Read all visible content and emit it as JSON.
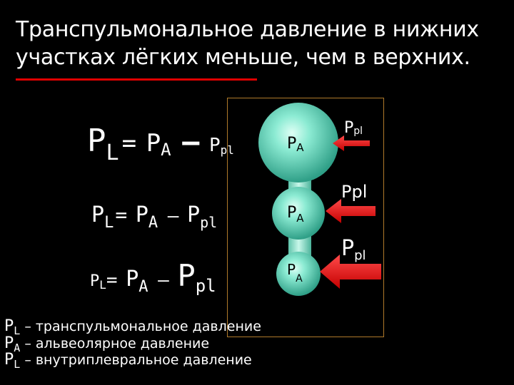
{
  "title": "Транспульмональное давление в нижних участках лёгких меньше, чем в верхних.",
  "colors": {
    "background": "#000000",
    "accent_red": "#e00000",
    "frame": "#b07a2a",
    "alveolus": "#7fe0c8",
    "arrow": "#e01818",
    "text": "#ffffff"
  },
  "equations": [
    {
      "lhs": "P",
      "lhs_sub": "L",
      "eq": "=",
      "a": "P",
      "a_sub": "A",
      "minus": "–",
      "pl": "P",
      "pl_sub": "pl"
    },
    {
      "lhs": "P",
      "lhs_sub": "L",
      "eq": "=",
      "a": "P",
      "a_sub": "A",
      "minus": "–",
      "pl": "P",
      "pl_sub": "pl"
    },
    {
      "lhs": "P",
      "lhs_sub": "L",
      "eq": "=",
      "a": "P",
      "a_sub": "A",
      "minus": "–",
      "pl": "P",
      "pl_sub": "pl"
    }
  ],
  "alveoli": [
    {
      "label": "P",
      "sub": "A"
    },
    {
      "label": "P",
      "sub": "A"
    },
    {
      "label": "P",
      "sub": "A"
    }
  ],
  "pleural": [
    {
      "label": "P",
      "sub": "pl"
    },
    {
      "label": "Ppl",
      "sub": ""
    },
    {
      "label": "P",
      "sub": "pl"
    }
  ],
  "legend": [
    {
      "symbol": "P",
      "sub": "L",
      "text": " – транспульмональное давление"
    },
    {
      "symbol": "P",
      "sub": "A",
      "text": " – альвеолярное давление"
    },
    {
      "symbol": "P",
      "sub": "L",
      "text": " – внутриплевральное давление"
    }
  ]
}
